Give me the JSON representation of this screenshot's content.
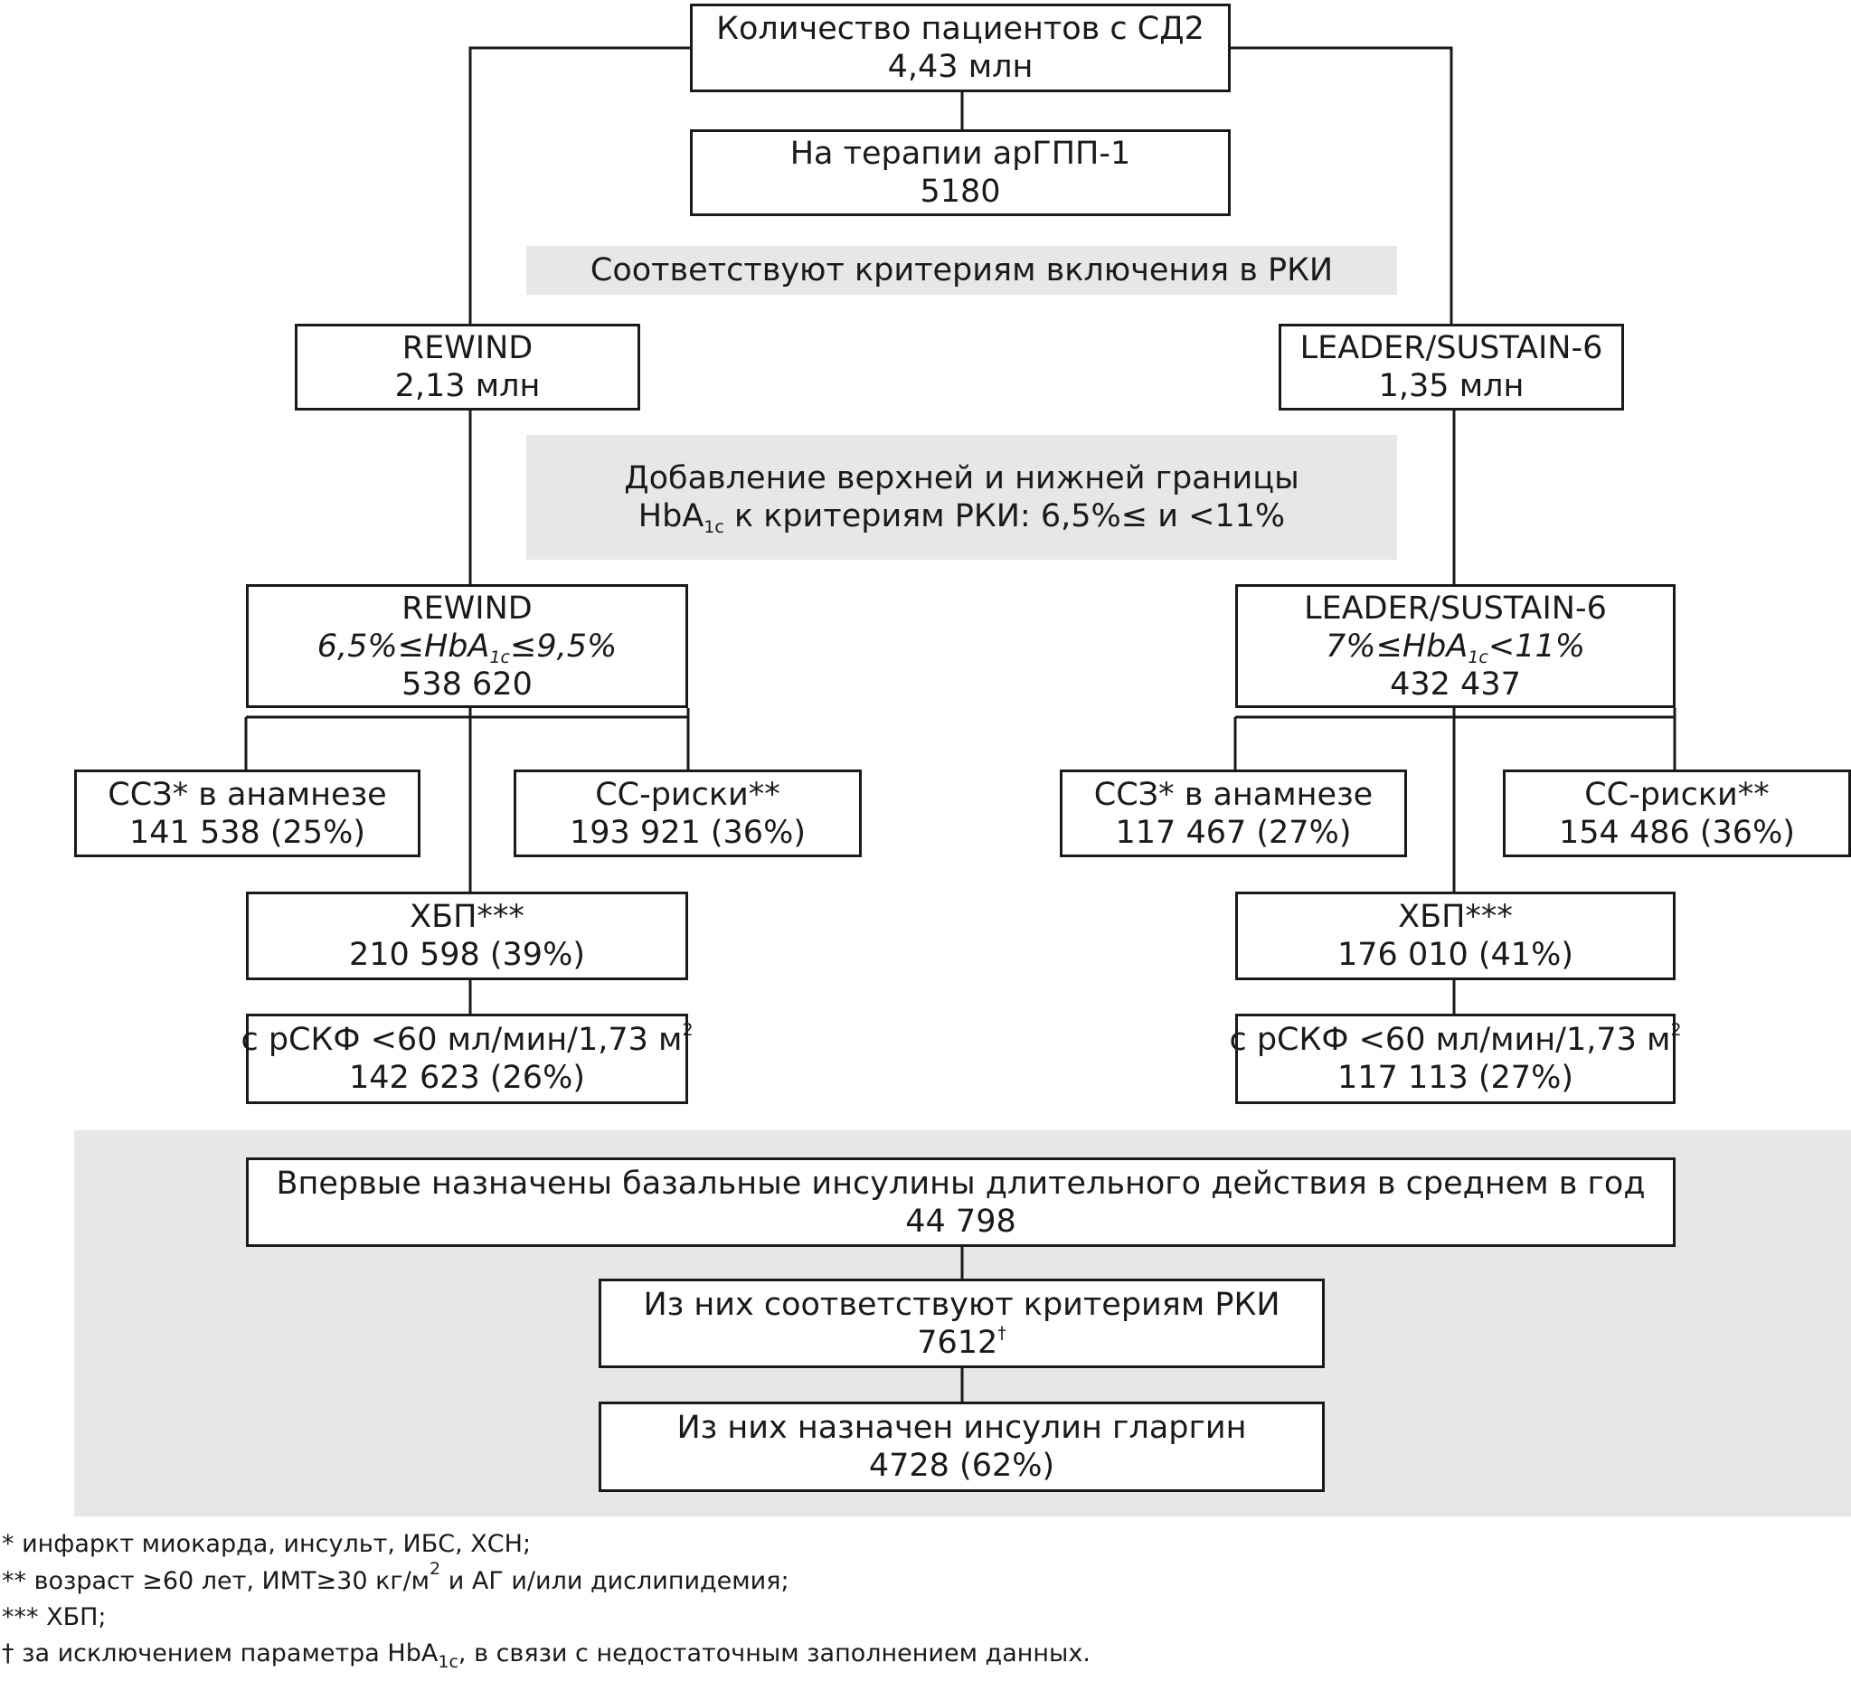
{
  "top": {
    "title": "Количество пациентов с СД2",
    "value": "4,43 млн"
  },
  "glp1": {
    "title": "На терапии арГПП-1",
    "value": "5180"
  },
  "criteria_note": "Соответствуют критериям включения в РКИ",
  "rewind": {
    "title": "REWIND",
    "value": "2,13 млн"
  },
  "leader": {
    "title": "LEADER/SUSTAIN-6",
    "value": "1,35 млн"
  },
  "hba1c_note": {
    "line1": "Добавление верхней и нижней границы",
    "pre": "HbA",
    "sub": "1c",
    "post": " к критериям РКИ: 6,5%≤ и <11%"
  },
  "rewind_filtered": {
    "title": "REWIND",
    "range_pre": "6,5%≤HbA",
    "range_sub": "1c",
    "range_post": "≤9,5%",
    "value": "538 620"
  },
  "leader_filtered": {
    "title": "LEADER/SUSTAIN-6",
    "range_pre": "7%≤HbA",
    "range_sub": "1c",
    "range_post": "<11%",
    "value": "432 437"
  },
  "rewind_ccz": {
    "title": "ССЗ* в анамнезе",
    "value": "141 538 (25%)"
  },
  "rewind_risk": {
    "title": "СС-риски**",
    "value": "193 921 (36%)"
  },
  "leader_ccz": {
    "title": "ССЗ* в анамнезе",
    "value": "117 467 (27%)"
  },
  "leader_risk": {
    "title": "СС-риски**",
    "value": "154 486 (36%)"
  },
  "rewind_ckd": {
    "title": "ХБП***",
    "value": "210 598 (39%)"
  },
  "leader_ckd": {
    "title": "ХБП***",
    "value": "176 010 (41%)"
  },
  "rewind_egfr": {
    "title_pre": "с рСКФ <60 мл/мин/1,73 м",
    "title_sup": "2",
    "value": "142 623 (26%)"
  },
  "leader_egfr": {
    "title_pre": "с рСКФ <60 мл/мин/1,73 м",
    "title_sup": "2",
    "value": "117 113 (27%)"
  },
  "insulin": {
    "title": "Впервые назначены базальные инсулины длительного действия в среднем в год",
    "value": "44 798"
  },
  "insulin_rct": {
    "title": "Из них соответствуют критериям РКИ",
    "value": "7612",
    "mark": "†"
  },
  "glargine": {
    "title": "Из них назначен инсулин гларгин",
    "value": "4728 (62%)"
  },
  "footnotes": {
    "f1": "* инфаркт миокарда, инсульт, ИБС, ХСН;",
    "f2_pre": "** возраст ≥60 лет, ИМТ≥30 кг/м",
    "f2_sup": "2",
    "f2_post": " и АГ и/или дислипидемия;",
    "f3": "*** ХБП;",
    "f4_pre": "† за исключением параметра HbA",
    "f4_sub": "1c",
    "f4_post": ", в связи с недостаточным заполнением данных."
  }
}
